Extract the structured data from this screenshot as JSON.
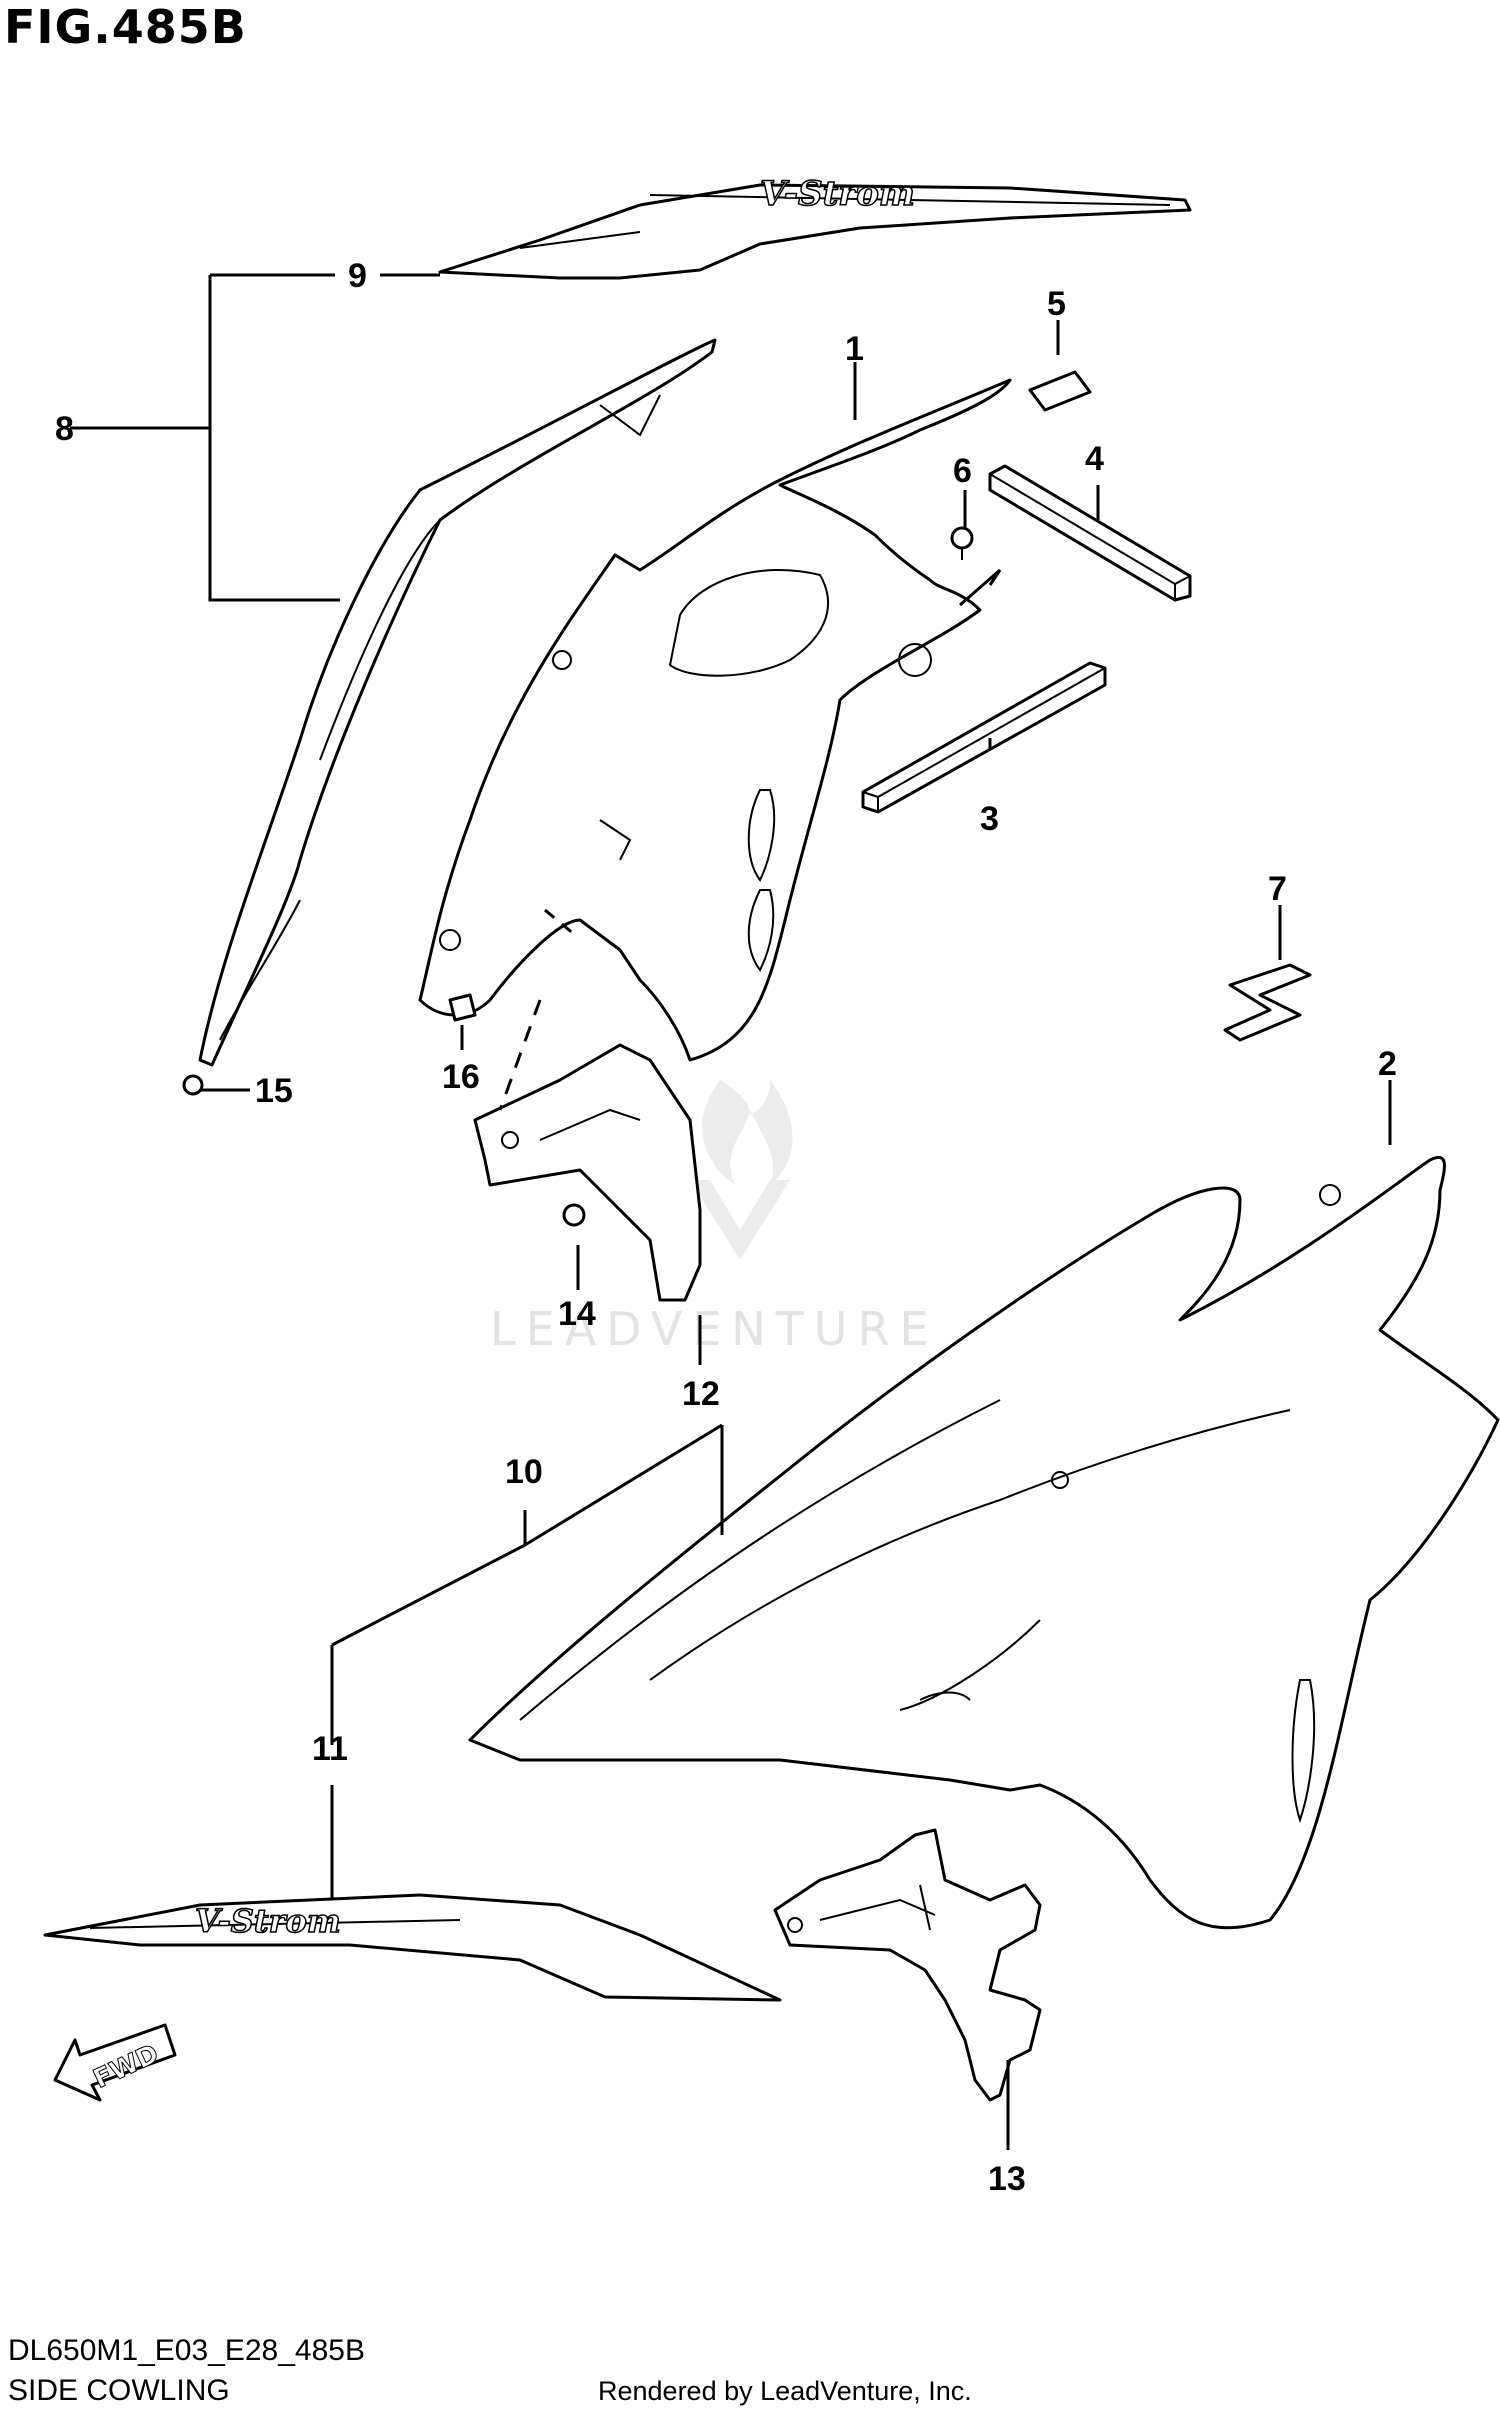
{
  "figure": {
    "title": "FIG.485B",
    "model_code": "DL650M1_E03_E28_485B",
    "section_name": "SIDE COWLING",
    "rendered_by": "Rendered by LeadVenture, Inc.",
    "watermark": "LEADVENTURE"
  },
  "callouts": {
    "c1": "1",
    "c2": "2",
    "c3": "3",
    "c4": "4",
    "c5": "5",
    "c6": "6",
    "c7": "7",
    "c8": "8",
    "c9": "9",
    "c10": "10",
    "c11": "11",
    "c12": "12",
    "c13": "13",
    "c14": "14",
    "c15": "15",
    "c16": "16"
  },
  "decals": {
    "upper_logo": "V-Strom",
    "lower_logo": "V-Strom"
  },
  "direction_badge": "FWD"
}
